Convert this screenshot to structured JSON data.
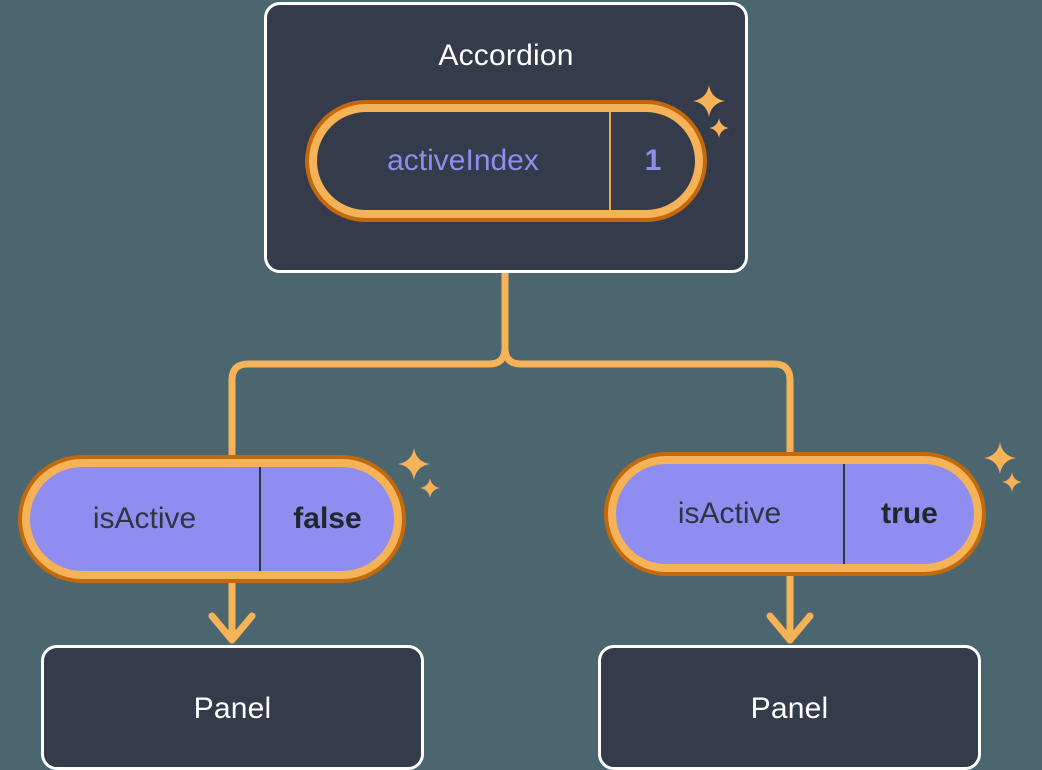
{
  "diagram": {
    "title_node": {
      "label": "Accordion",
      "state": {
        "key": "activeIndex",
        "value": "1"
      }
    },
    "branches": [
      {
        "state": {
          "key": "isActive",
          "value": "false"
        },
        "child_label": "Panel"
      },
      {
        "state": {
          "key": "isActive",
          "value": "true"
        },
        "child_label": "Panel"
      }
    ],
    "icons": {
      "sparkle": "sparkle-icon",
      "arrow": "arrow-down-icon"
    },
    "colors": {
      "background": "#4c666f",
      "card_fill": "#343b4a",
      "card_border": "#ffffff",
      "pill_ring_outer": "#c2690e",
      "pill_ring_inner": "#f5b256",
      "pill_fill_purple": "#8f8ef0",
      "accent_text_purple": "#8e8df0",
      "connector": "#f5b256",
      "sparkle": "#f5b256"
    }
  }
}
